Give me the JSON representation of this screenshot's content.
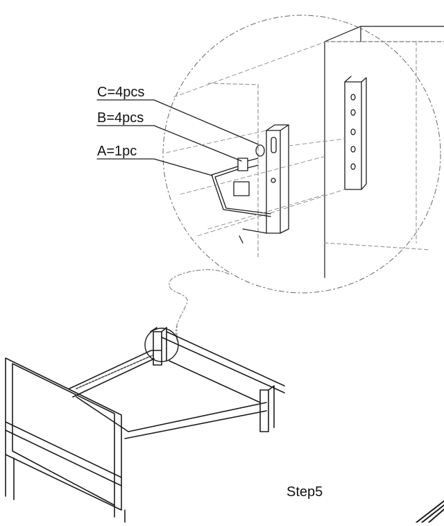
{
  "parts": [
    {
      "id": "C",
      "label": "C=4pcs"
    },
    {
      "id": "B",
      "label": "B=4pcs"
    },
    {
      "id": "A",
      "label": "A=1pc"
    }
  ],
  "step_label": "Step5",
  "colors": {
    "line": "#1a1a1a",
    "dash": "#555555"
  }
}
